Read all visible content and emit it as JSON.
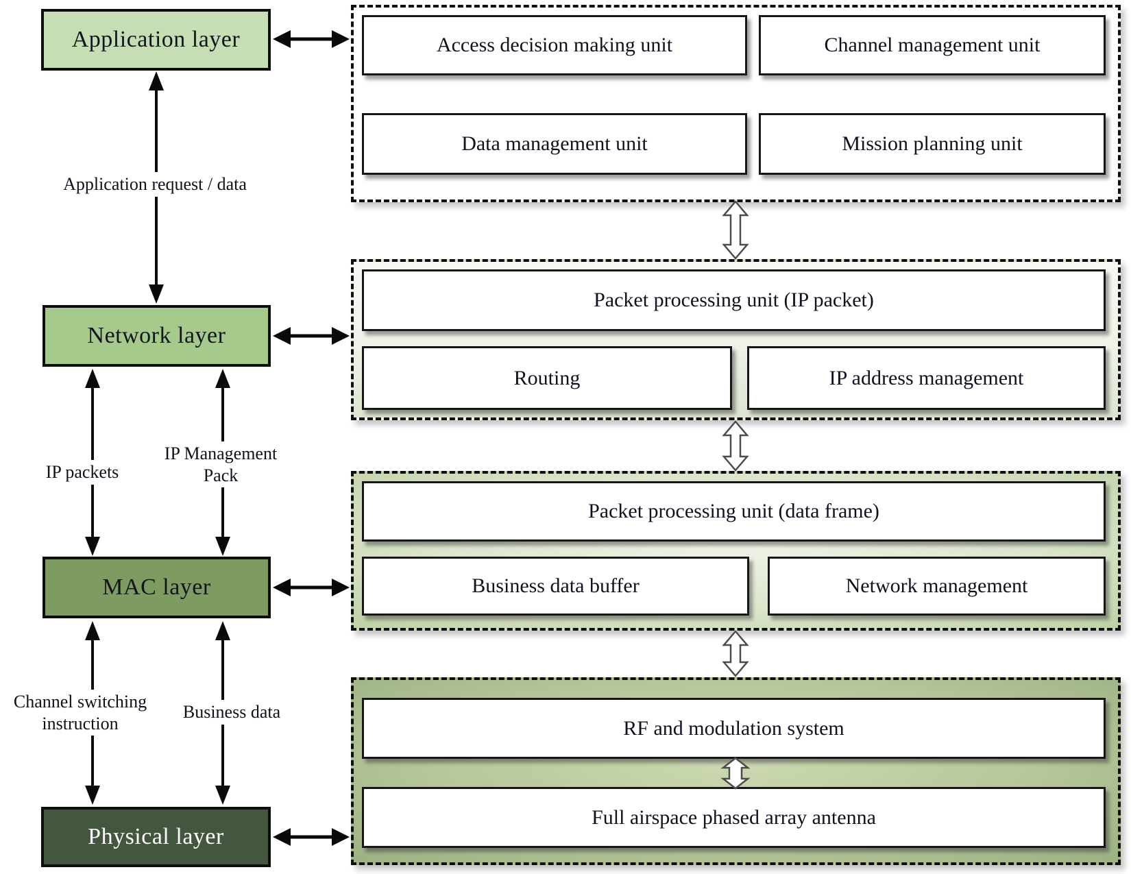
{
  "layers": [
    {
      "label": "Application layer",
      "color": "#c5deb3"
    },
    {
      "label": "Network layer",
      "color": "#a5ca8c"
    },
    {
      "label": "MAC layer",
      "color": "#7e9b62"
    },
    {
      "label": "Physical layer",
      "color": "#42573d"
    }
  ],
  "containers": [
    {
      "name": "application-units",
      "boxes": [
        "Access decision making unit",
        "Channel management unit",
        "Data management unit",
        "Mission planning unit"
      ]
    },
    {
      "name": "network-units",
      "boxes": [
        "Packet processing unit (IP packet)",
        "Routing",
        "IP address management"
      ]
    },
    {
      "name": "mac-units",
      "boxes": [
        "Packet processing unit (data frame)",
        "Business data buffer",
        "Network management"
      ]
    },
    {
      "name": "physical-units",
      "boxes": [
        "RF and modulation system",
        "Full airspace phased array antenna"
      ]
    }
  ],
  "link_labels": {
    "app_network": "Application request / data",
    "ip_packets": "IP packets",
    "ip_management": "IP Management Pack",
    "channel_switching": "Channel switching instruction",
    "business_data": "Business data"
  },
  "colors": {
    "application_layer": "#c5deb3",
    "network_layer": "#a5ca8c",
    "mac_layer": "#7e9b62",
    "physical_layer": "#42573d",
    "box_border": "#161616",
    "dashed_border": "#0e0e0e",
    "arrow": "#0a0a0a"
  }
}
